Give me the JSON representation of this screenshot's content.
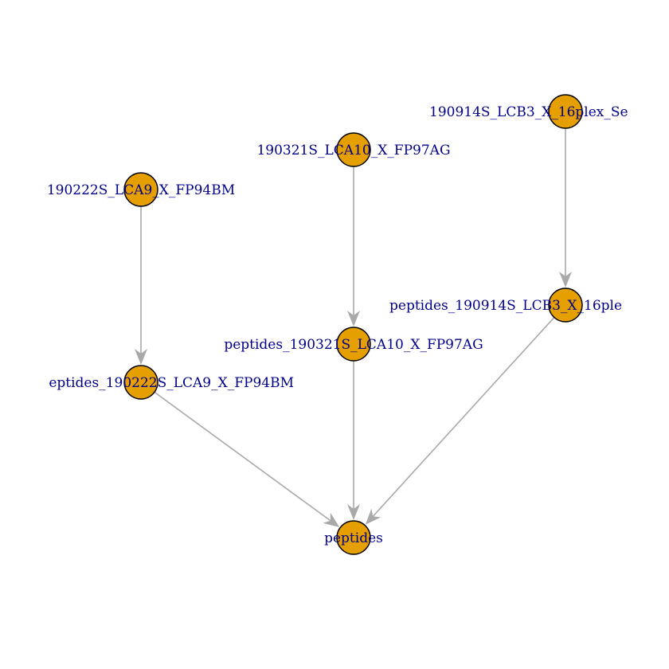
{
  "graph": {
    "node_color": "#E69F00",
    "label_color": "#00008B",
    "edge_color": "#A9A9A9",
    "nodes": [
      {
        "id": "A",
        "label": "190222S_LCA9_X_FP94BM"
      },
      {
        "id": "B",
        "label": "190321S_LCA10_X_FP97AG"
      },
      {
        "id": "C",
        "label": "190914S_LCB3_X_16plex_Se"
      },
      {
        "id": "D",
        "label": "eptides_190222S_LCA9_X_FP94BM"
      },
      {
        "id": "E",
        "label": "peptides_190321S_LCA10_X_FP97AG"
      },
      {
        "id": "F",
        "label": "peptides_190914S_LCB3_X_16ple"
      },
      {
        "id": "G",
        "label": "peptides"
      }
    ],
    "edges": [
      {
        "from": "A",
        "to": "D"
      },
      {
        "from": "B",
        "to": "E"
      },
      {
        "from": "C",
        "to": "F"
      },
      {
        "from": "D",
        "to": "G"
      },
      {
        "from": "E",
        "to": "G"
      },
      {
        "from": "F",
        "to": "G"
      }
    ]
  }
}
